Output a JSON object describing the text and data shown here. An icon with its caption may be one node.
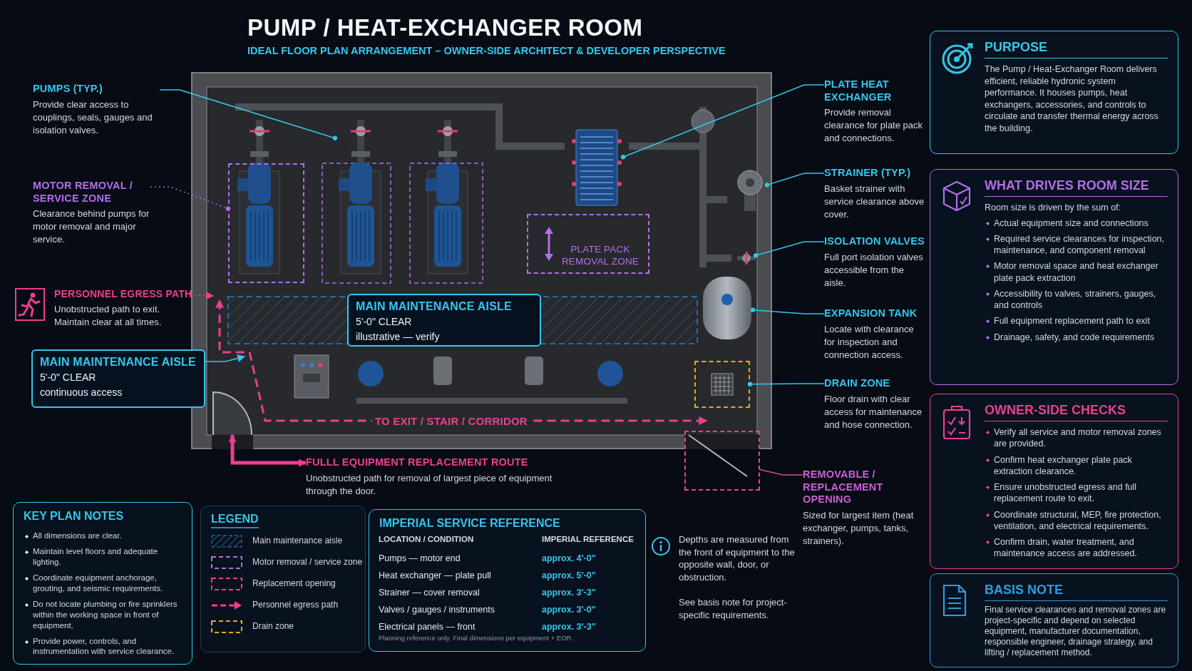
{
  "diagram": {
    "title": "PUMP / HEAT-EXCHANGER ROOM",
    "nodes": [
      {
        "text": [
          "PUMPS (TYP.)",
          "Provide clear access to couplings, seals, gauges and isolation valves."
        ]
      },
      {
        "text": [
          "MOTOR REMOVAL / SERVICE ZONE",
          "Clearance behind pumps for motor removal and major service."
        ]
      },
      {
        "text": [
          "PERSONNEL EGRESS PATH",
          "Unobstructed path to exit. Maintain clear at all times."
        ]
      },
      {
        "text": [
          "MAIN MAINTENANCE AISLE",
          "5'-0\" CLEAR",
          "continuous access"
        ]
      },
      {
        "text": [
          "FULLL EQUIPMENT REPLACEMENT ROUTE",
          "Unobstructed path for removal of largest piece of equipment through the door."
        ]
      },
      {
        "text": [],
        "shape": "picture"
      },
      {
        "text": [],
        "shape": "picture"
      },
      {
        "text": [],
        "shape": "picture"
      },
      {
        "text": [],
        "shape": "box"
      },
      {
        "text": [
          "PLATE PACK REMOVAL ZONE"
        ]
      },
      {
        "text": [],
        "shape": "picture"
      },
      {
        "text": [
          "MAIN MAINTENANCE AISLE",
          "5'-0\" CLEAR",
          "illustrative — verify"
        ]
      },
      {
        "text": [],
        "shape": "picture"
      },
      {
        "text": [],
        "shape": "box"
      },
      {
        "text": [],
        "shape": "picture"
      },
      {
        "text": [],
        "shape": "box"
      },
      {
        "text": [
          "PLATE HEAT EXCHANGER",
          "Provide removal clearance for plate pack and connections."
        ]
      },
      {
        "text": [
          "STRAINER (TYP.)",
          "Basket strainer with service clearance above cover."
        ]
      },
      {
        "text": [
          "ISOLATION VALVES",
          "Full port isolation valves accessible from the aisle."
        ]
      },
      {
        "text": [
          "EXPANSION TANK",
          "Locate with clearance for inspection and connection access."
        ]
      },
      {
        "text": [
          "DRAIN ZONE",
          "Floor drain with clear access for maintenance and hose connection."
        ]
      },
      {
        "text": [
          "REMOVABLE / REPLACEMENT OPENING",
          "Sized for largest item (heat exchanger, pumps, tanks, strainers)."
        ]
      },
      {
        "text": [
          "PURPOSE",
          "The Pump / Heat-Exchanger Room delivers efficient, reliable hydronic system performance. It houses pumps, heat exchangers, accessories, and controls to circulate and transfer thermal energy across the building."
        ]
      },
      {
        "text": [
          "WHAT DRIVES ROOM SIZE",
          "Room size is driven by the sum of:",
          "Actual equipment size and connections",
          "Required service clearances for inspection, maintenance, and component removal",
          "Motor removal space and heat exchanger plate pack extraction",
          "Accessibility to valves, strainers, gauges, and controls",
          "Full equipment replacement path to exit",
          "Drainage, safety, and code requirements"
        ]
      },
      {
        "text": [
          "OWNER-SIDE CHECKS",
          "Verify all service and motor removal zones are provided.",
          "Confirm heat exchanger plate pack extraction clearance.",
          "Ensure unobstructed egress and full replacement route to exit.",
          "Coordinate structural, MEP, fire protection, ventilation, and electrical requirements.",
          "Confirm drain, water treatment, and maintenance access are addressed."
        ]
      },
      {
        "text": [
          "BASIS NOTE",
          "Final service clearances and removal zones are project-specific and depend on selected equipment, manufacturer documentation, responsible engineer, drainage strategy, and lifting / replacement method."
        ]
      },
      {
        "text": [
          "KEY PLAN NOTES",
          "All dimensions are clear.",
          "Maintain level floors and adequate lighting.",
          "Coordinate equipment anchorage, grouting, and seismic requirements.",
          "Do not locate plumbing or fire sprinklers within the working space in front of equipment.",
          "Provide power, controls, and instrumentation with service clearance."
        ]
      },
      {
        "text": [
          "IMPERIAL SERVICE REFERENCE"
        ]
      },
      {
        "text": [
          "TO EXIT / STAIR / CORRIDOR"
        ]
      }
    ],
    "edges": [
      {
        "from": 0,
        "to": 5,
        "arrow": "other"
      },
      {
        "from": 1,
        "to": 8,
        "arrow": "other",
        "style": "dashed",
        "color": "#b36ee8"
      },
      {
        "from": 2,
        "to": 28,
        "arrow": "to",
        "style": "dashed",
        "color": "#ec3f8f"
      },
      {
        "from": 3,
        "to": 28,
        "arrow": "to"
      },
      {
        "from": 4,
        "to": 14,
        "arrow": "both",
        "style": "thick",
        "color": "#ec3f8f"
      },
      {
        "from": 16,
        "to": 6,
        "arrow": "other"
      },
      {
        "from": 17,
        "to": 7,
        "arrow": "other"
      },
      {
        "from": 18,
        "to": 10,
        "arrow": "other"
      },
      {
        "from": 19,
        "to": 12,
        "arrow": "other"
      },
      {
        "from": 20,
        "to": 13,
        "arrow": "other"
      },
      {
        "from": 21,
        "to": 15,
        "arrow": "none",
        "color": "#d0508f"
      }
    ],
    "labels": [
      "IDEAL FLOOR PLAN ARRANGEMENT – OWNER-SIDE ARCHITECT & DEVELOPER PERSPECTIVE",
      "LEGEND",
      "LOCATION / CONDITION",
      "IMPERIAL REFERENCE",
      "Pumps — motor end",
      "approx. 4'-0\"",
      "Heat exchanger — plate pull",
      "approx. 5'-0\"",
      "Strainer — cover removal",
      "approx. 3'-3\"",
      "Valves / gauges / instruments",
      "approx. 3'-0\"",
      "Electrical panels — front",
      "approx. 3'-3\"",
      "Planning reference only. Final dimensions per equipment + EOR.",
      "Depths are measured from the front of equipment to the opposite wall, door, or obstruction.",
      "See basis note for project-specific requirements."
    ],
    "legend": [
      {
        "text": "Main maintenance aisle"
      },
      {
        "text": "Motor removal / service zone"
      },
      {
        "text": "Replacement opening"
      },
      {
        "text": "Personnel egress path"
      },
      {
        "text": "Drain zone"
      }
    ]
  }
}
